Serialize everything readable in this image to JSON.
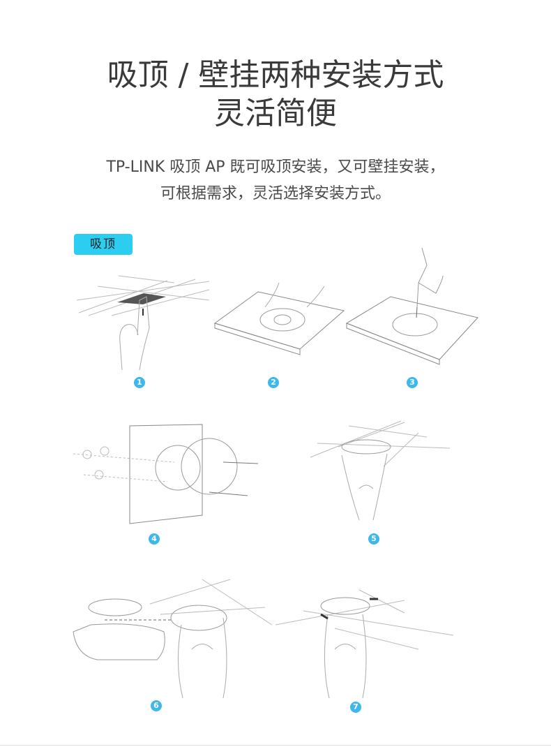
{
  "header": {
    "title_line1": "吸顶 / 壁挂两种安装方式",
    "title_line2": "灵活简便",
    "subtitle_line1": "TP-LINK 吸顶 AP 既可吸顶安装，又可壁挂安装，",
    "subtitle_line2": "可根据需求，灵活选择安装方式。"
  },
  "section": {
    "badge": "吸顶",
    "badge_color": "#2bcdf0"
  },
  "steps": [
    "1",
    "2",
    "3",
    "4",
    "5",
    "6",
    "7"
  ],
  "step_color": "#3db8ec"
}
